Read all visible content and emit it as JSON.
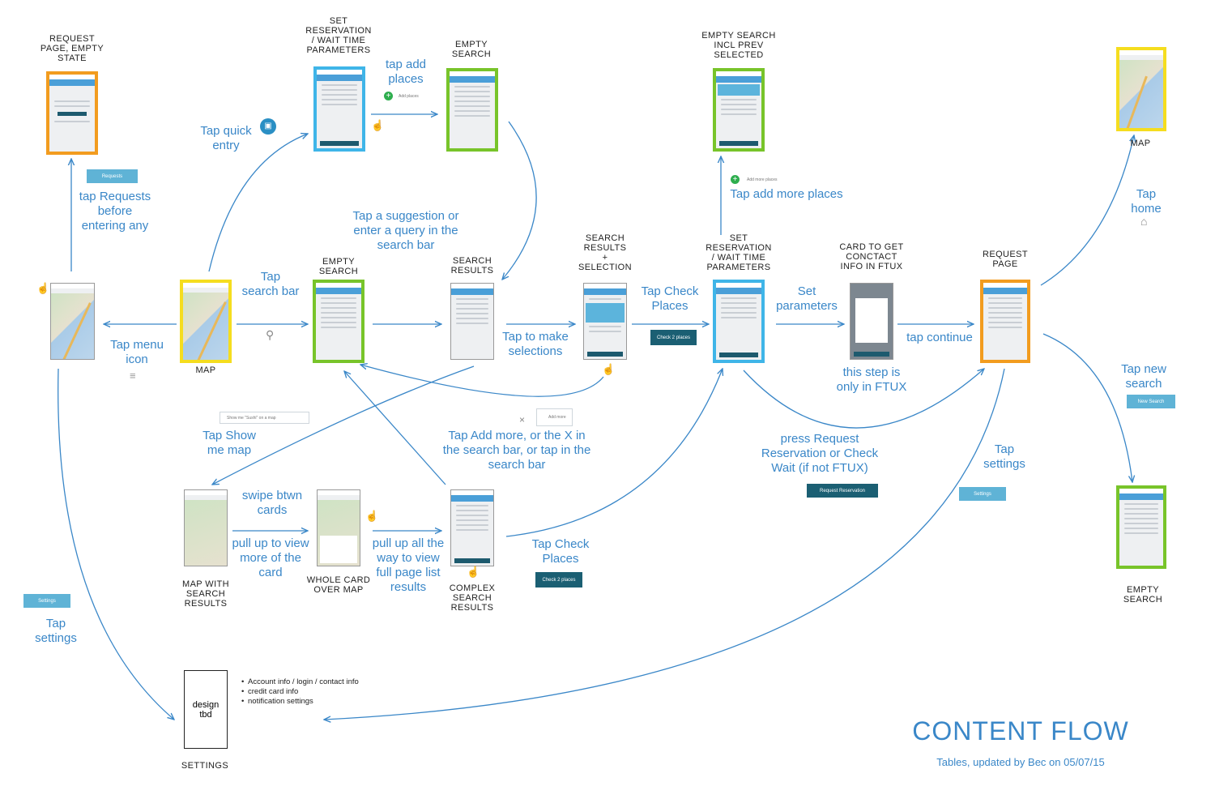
{
  "title": "CONTENT FLOW",
  "subtitle": "Tables, updated by Bec on 05/07/15",
  "colors": {
    "yellow": "#f5dd1f",
    "orange": "#f29c1f",
    "green": "#78c42a",
    "blue": "#3fb5e8",
    "gray": "#7d8790",
    "arrow": "#3a87c8",
    "dark_button": "#1b5f73",
    "light_button": "#5fb3d6"
  },
  "screens": {
    "request_page_empty": "REQUEST\nPAGE, EMPTY\nSTATE",
    "set_reservation_top": "SET\nRESERVATION\n/ WAIT TIME\nPARAMETERS",
    "empty_search_top": "EMPTY\nSEARCH",
    "empty_search_prev": "EMPTY SEARCH\nINCL PREV\nSELECTED",
    "map_top_right": "MAP",
    "map_center": "MAP",
    "empty_search_mid": "EMPTY\nSEARCH",
    "search_results": "SEARCH\nRESULTS",
    "search_results_selection": "SEARCH\nRESULTS\n+\nselection",
    "set_reservation_mid": "SET\nRESERVATION\n/ WAIT TIME\nPARAMETERS",
    "card_contact": "CARD TO GET\nCONCTACT\nINFO IN FTUX",
    "request_page": "REQUEST\nPAGE",
    "map_with_results": "MAP WITH\nSEARCH\nRESULTS",
    "whole_card": "WHOLE CARD\nOVER MAP",
    "complex_results": "COMPLEX\nSEARCH\nRESULTS",
    "empty_search_right": "EMPTY\nSEARCH",
    "settings": "SETTINGS",
    "design_tbd": "design\ntbd"
  },
  "labels": {
    "tap_quick_entry": "Tap quick\nentry",
    "tap_add_places": "tap add\nplaces",
    "tap_requests": "tap Requests\nbefore\nentering any",
    "tap_suggestion": "Tap a suggestion or\nenter a query in the\nsearch bar",
    "tap_add_more_places": "Tap add more places",
    "tap_home": "Tap\nhome",
    "tap_search_bar": "Tap\nsearch bar",
    "tap_menu_icon": "Tap menu\nicon",
    "tap_to_make": "Tap to make\nselections",
    "tap_check_places": "Tap Check\nPlaces",
    "set_parameters": "Set\nparameters",
    "tap_continue": "tap continue",
    "ftux_only": "this step is\nonly in FTUX",
    "tap_new_search": "Tap new\nsearch",
    "tap_show_map": "Tap Show\nme map",
    "tap_add_more_x": "Tap Add more, or the X in\nthe search bar, or tap in the\nsearch bar",
    "press_request": "press Request\nReservation or Check\nWait (if not FTUX)",
    "tap_settings_right": "Tap\nsettings",
    "swipe_cards": "swipe btwn\ncards",
    "pull_up_card": "pull up to view\nmore of the\ncard",
    "pull_up_all": "pull up all the\nway to view\nfull page list\nresults",
    "tap_check_places_bottom": "Tap Check\nPlaces",
    "tap_settings_left": "Tap\nsettings"
  },
  "buttons": {
    "requests": "Requests",
    "add_places": "Add places",
    "add_more_places": "Add more places",
    "check_places_1": "Check 2 places",
    "check_places_2": "Check 2 places",
    "request_reservation": "Request Reservation",
    "new_search": "New Search",
    "settings_right": "Settings",
    "settings_left": "Settings",
    "show_map": "Show me \"Sushi\" on a map",
    "add_more": "Add more"
  },
  "settings_items": [
    "Account info / login / contact info",
    "credit card info",
    "notification settings"
  ]
}
